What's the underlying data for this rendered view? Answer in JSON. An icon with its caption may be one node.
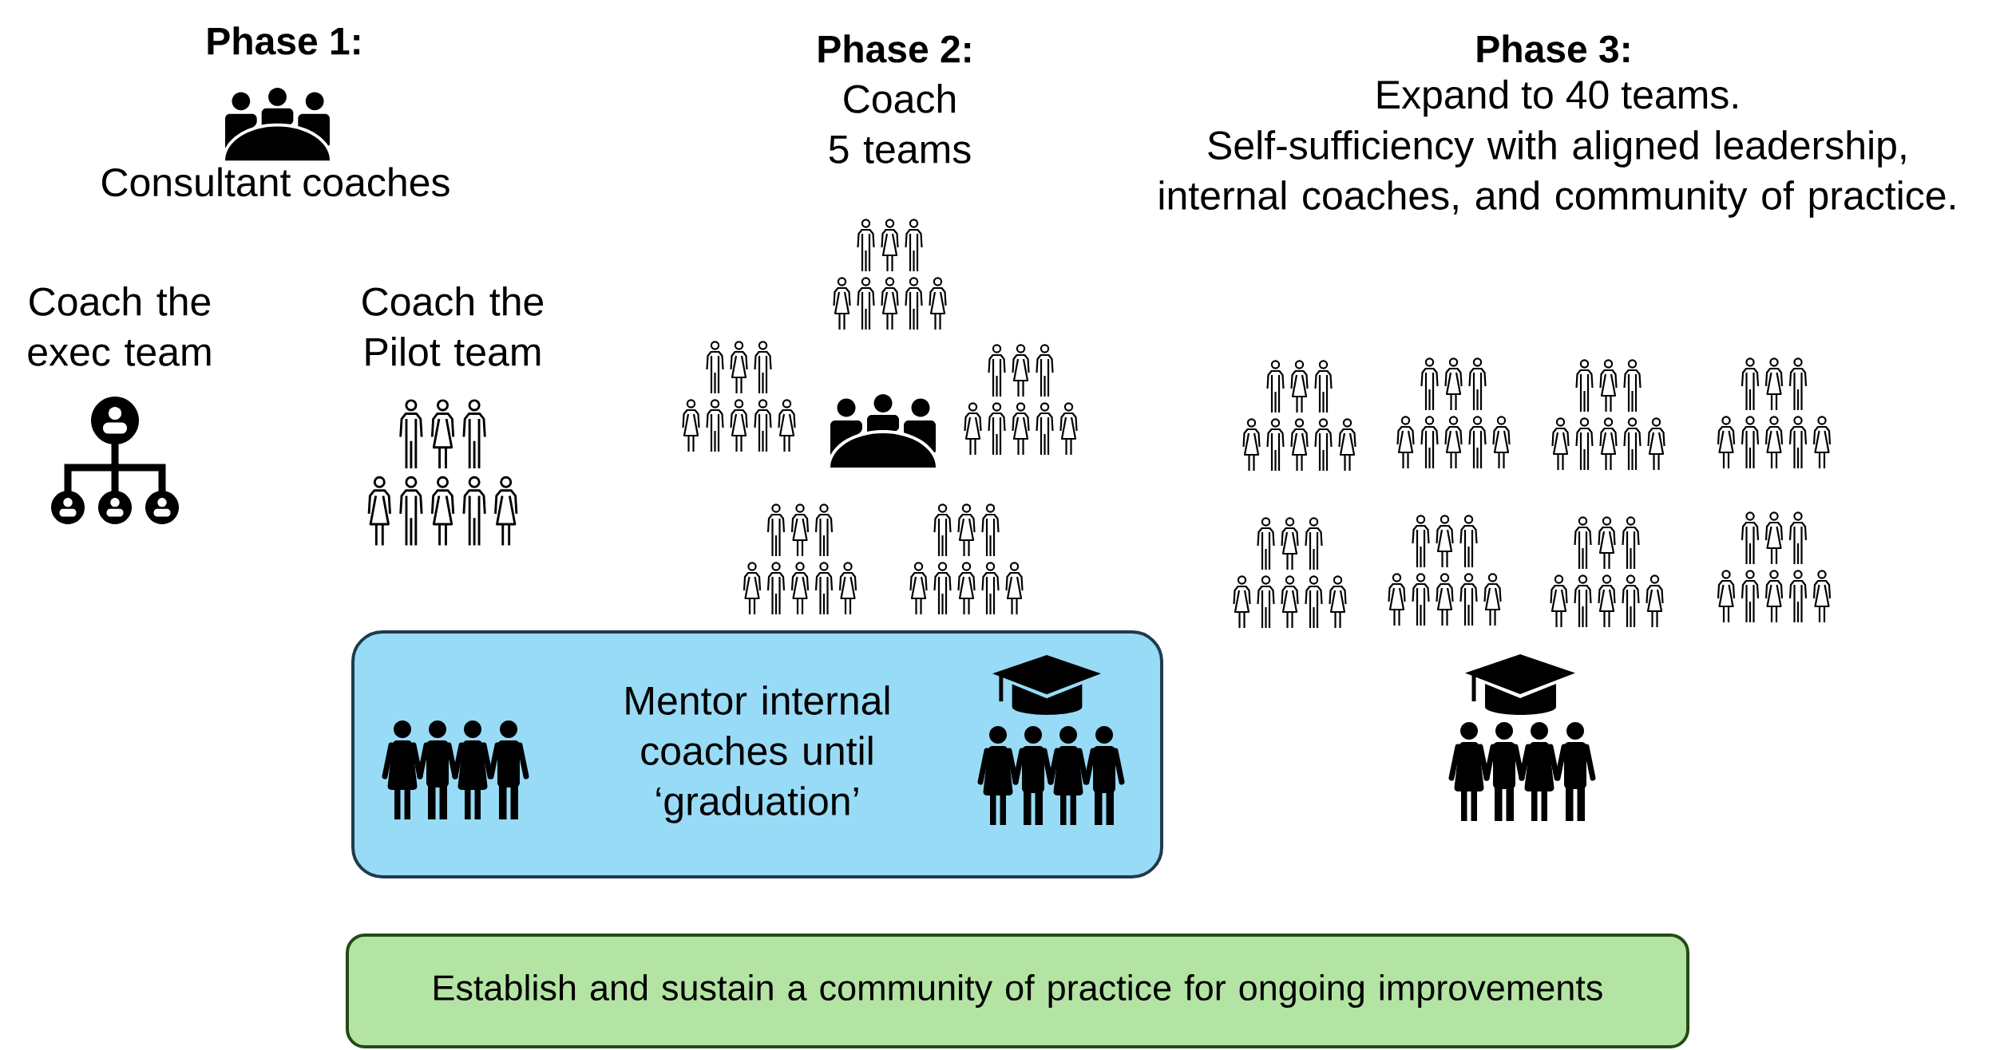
{
  "diagram": {
    "nodes": [
      {
        "text": [
          "Mentor internal coaches until ‘graduation’"
        ]
      },
      {
        "text": [
          "Establish and sustain a community of practice for ongoing improvements"
        ]
      }
    ],
    "labels": [
      "Phase 1:",
      "Consultant coaches",
      "Coach the exec team",
      "Coach the Pilot team",
      "Phase 2:",
      "Coach 5 teams",
      "Phase 3:",
      "Expand to 40 teams.",
      "Self-sufficiency with aligned leadership, internal coaches, and community of practice."
    ]
  }
}
